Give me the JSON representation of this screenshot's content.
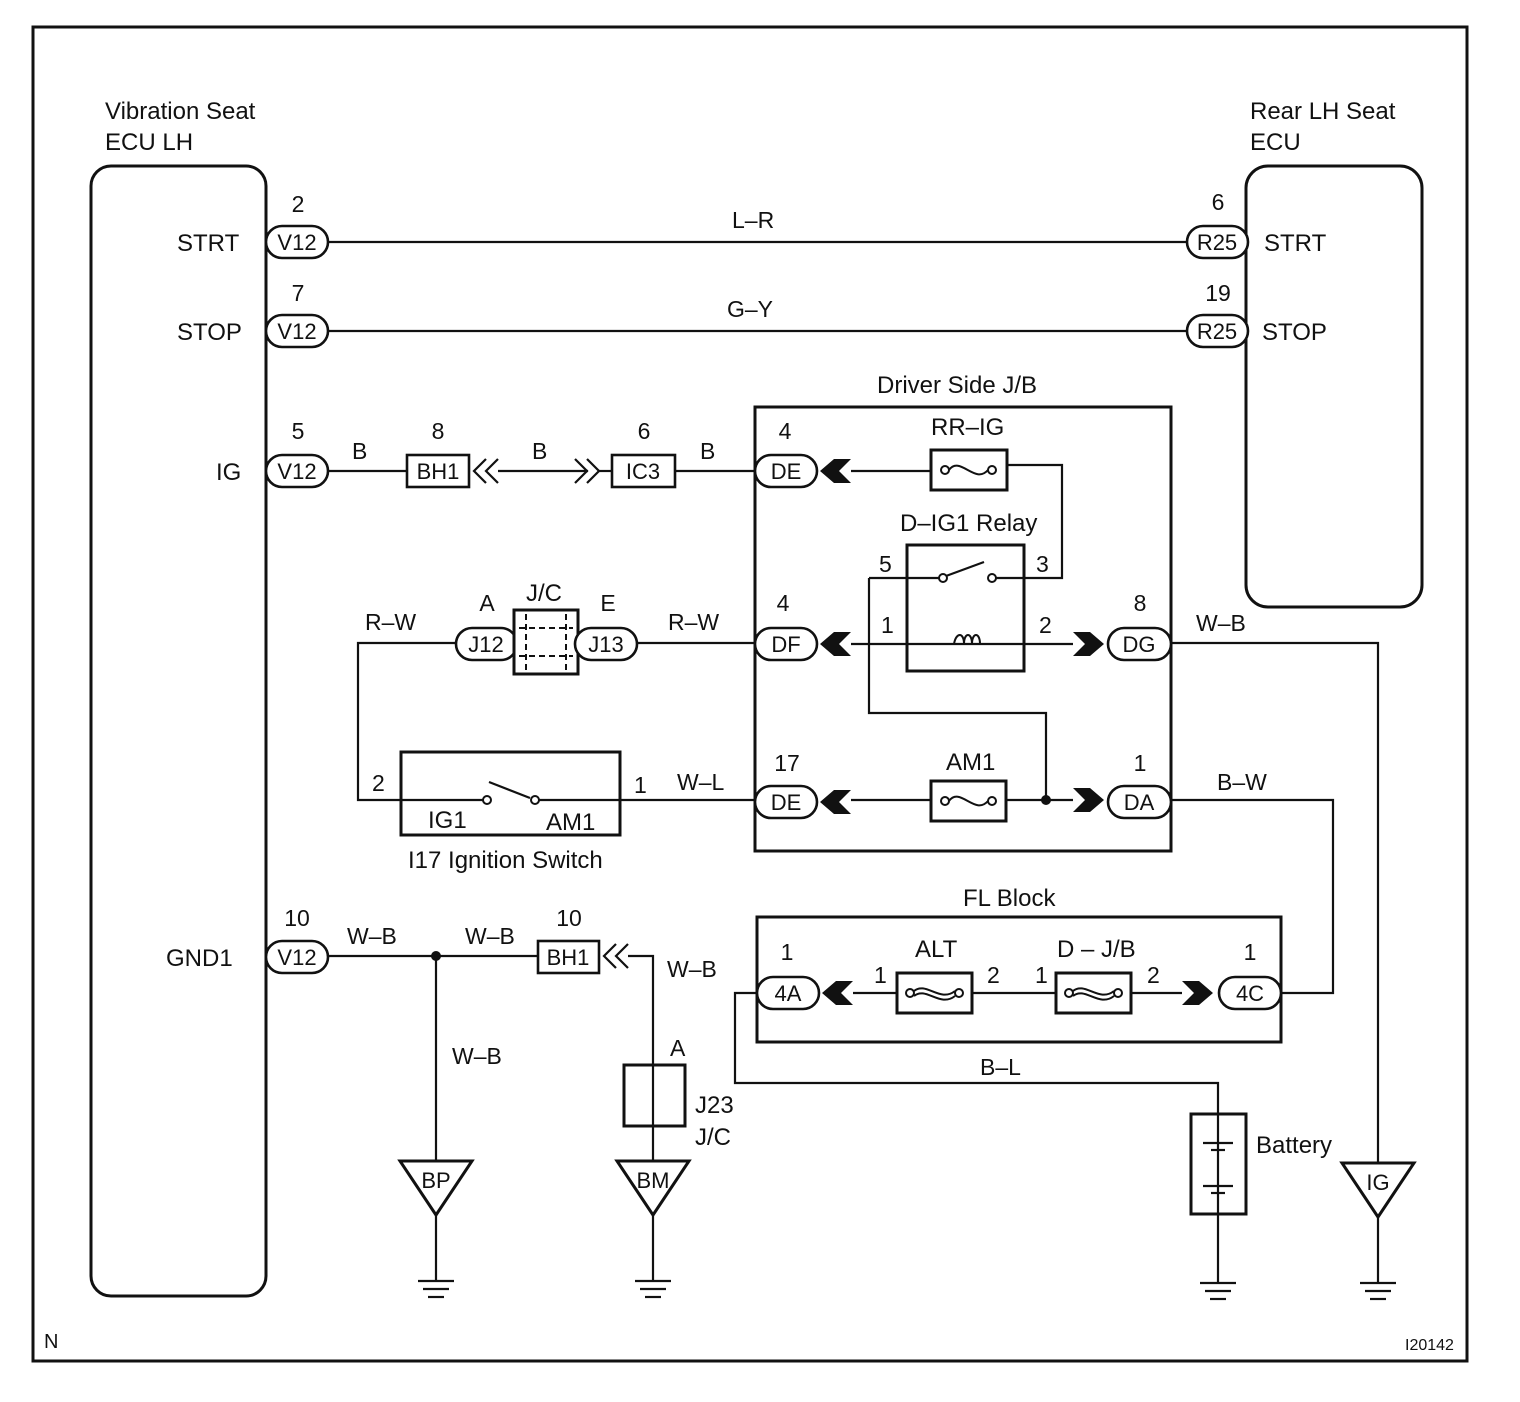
{
  "components": {
    "ecu_lh": "Vibration Seat ECU LH",
    "ecu_lh_line1": "Vibration Seat",
    "ecu_lh_line2": "ECU LH",
    "rear_ecu_line1": "Rear LH Seat",
    "rear_ecu_line2": "ECU",
    "driver_jb": "Driver Side J/B",
    "relay": "D–IG1 Relay",
    "fl_block": "FL Block",
    "ignition_switch": "I17 Ignition Switch",
    "battery": "Battery",
    "jc_top": "J/C",
    "j23_line1": "J23",
    "j23_line2": "J/C"
  },
  "terminals": {
    "strt": "STRT",
    "stop": "STOP",
    "ig": "IG",
    "gnd1": "GND1",
    "rear_strt": "STRT",
    "rear_stop": "STOP",
    "ig1": "IG1",
    "am1_sw": "AM1"
  },
  "connectors": {
    "v12": "V12",
    "r25": "R25",
    "bh1": "BH1",
    "ic3": "IC3",
    "de": "DE",
    "df": "DF",
    "dg": "DG",
    "da": "DA",
    "j12": "J12",
    "j13": "J13",
    "c4a": "4A",
    "c4c": "4C"
  },
  "pins": {
    "v12_strt": "2",
    "v12_stop": "7",
    "v12_ig": "5",
    "v12_gnd": "10",
    "r25_strt": "6",
    "r25_stop": "19",
    "bh1_ig": "8",
    "ic3": "6",
    "de_top": "4",
    "df": "4",
    "dg": "8",
    "de_bottom": "17",
    "da": "1",
    "relay_5": "5",
    "relay_3": "3",
    "relay_1": "1",
    "relay_2": "2",
    "j12": "A",
    "j13": "E",
    "sw_2": "2",
    "sw_1": "1",
    "bh1_gnd": "10",
    "c4a": "1",
    "alt_1": "1",
    "alt_2": "2",
    "djb_1": "1",
    "djb_2": "2",
    "c4c": "1",
    "j23_a": "A"
  },
  "wires": {
    "strt": "L–R",
    "stop": "G–Y",
    "ig_1": "B",
    "ig_2": "B",
    "ig_3": "B",
    "rw_left": "R–W",
    "rw_right": "R–W",
    "dg": "W–B",
    "wl": "W–L",
    "bw": "B–W",
    "gnd_1": "W–B",
    "gnd_2": "W–B",
    "gnd_3": "W–B",
    "gnd_4": "W–B",
    "bl": "B–L"
  },
  "fuses": {
    "rr_ig": "RR–IG",
    "am1": "AM1",
    "alt": "ALT",
    "d_jb": "D – J/B"
  },
  "grounds": {
    "bp": "BP",
    "bm": "BM",
    "ig": "IG"
  },
  "corner": {
    "left": "N",
    "right": "I20142"
  }
}
